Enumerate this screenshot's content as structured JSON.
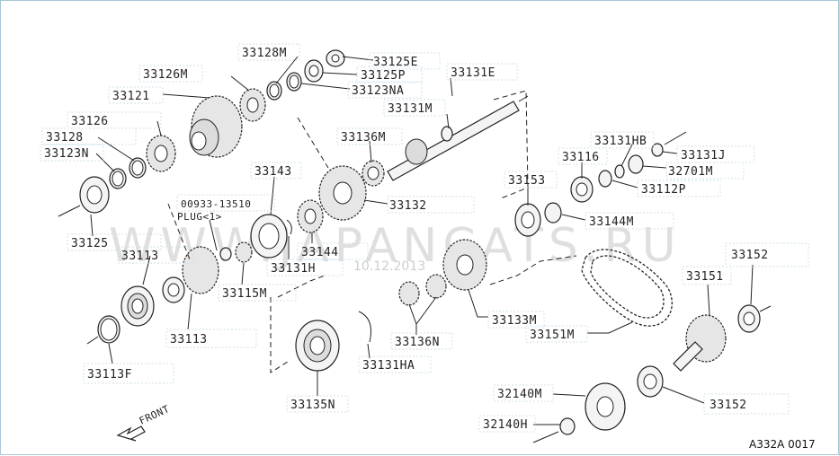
{
  "labels": {
    "p33128M": "33128M",
    "p33125E": "33125E",
    "p33125P": "33125P",
    "p33123NA": "33123NA",
    "p33131E": "33131E",
    "p33126M": "33126M",
    "p33121": "33121",
    "p33131M": "33131M",
    "p33126": "33126",
    "p33128": "33128",
    "p33123N": "33123N",
    "p33136M": "33136M",
    "p33131HB": "33131HB",
    "p33131J": "33131J",
    "p33116": "33116",
    "p32701M": "32701M",
    "p33143": "33143",
    "p33153": "33153",
    "p33112P": "33112P",
    "p00933": "00933-13510",
    "plug": "PLUG<1>",
    "p33132": "33132",
    "p33144M": "33144M",
    "p33125": "33125",
    "p33144": "33144",
    "p33113a": "33113",
    "p33131H": "33131H",
    "p33152a": "33152",
    "p33151": "33151",
    "p33115M": "33115M",
    "p33133M": "33133M",
    "p33113b": "33113",
    "p33136N": "33136N",
    "p33151M": "33151M",
    "p33131HA": "33131HA",
    "p33113F": "33113F",
    "p32140M": "32140M",
    "p33152b": "33152",
    "p33135N": "33135N",
    "p32140H": "32140H",
    "front": "FRONT",
    "ref": "A332A 0017"
  },
  "watermark": {
    "brand": "WWW.JAPANCATS.RU",
    "date": "10.12.2013"
  },
  "colors": {
    "frame_border": "#a9c6d8",
    "ink": "#222222",
    "watermark": "#b9b9b9"
  }
}
